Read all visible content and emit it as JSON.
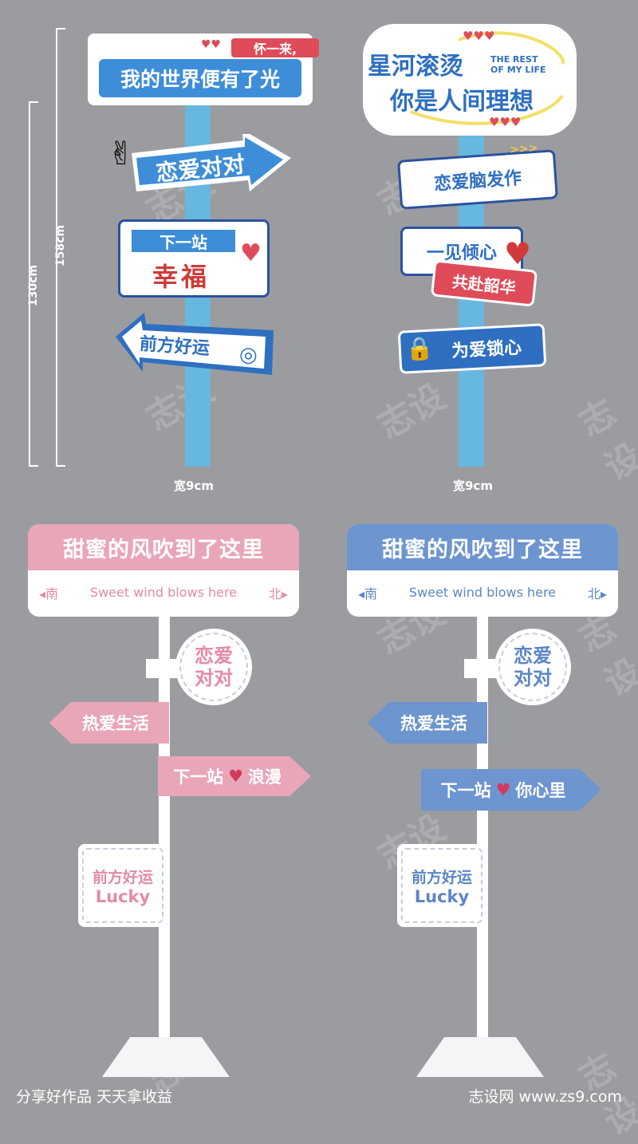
{
  "dimensions": {
    "height_158": "158cm",
    "height_130": "130cm",
    "width_left": "宽9cm",
    "width_right": "宽9cm"
  },
  "left_pole": {
    "sign1": {
      "tag": "怀一来,",
      "main": "我的世界便有了光"
    },
    "sign2": {
      "text": "恋爱对对"
    },
    "sign3": {
      "top": "下一站",
      "bottom": "幸福"
    },
    "sign4": {
      "text": "前方好运"
    }
  },
  "right_pole": {
    "sign1": {
      "line1": "星河滚烫",
      "line2": "你是人间理想",
      "en": "THE REST OF MY LIFE"
    },
    "sign2": {
      "text": "恋爱脑发作"
    },
    "sign3": {
      "top": "一见倾心",
      "bottom": "共赴韶华"
    },
    "sign4": {
      "text": "为爱锁心"
    }
  },
  "pink_stand": {
    "title": "甜蜜的风吹到了这里",
    "south": "◂南",
    "sub": "Sweet wind blows here",
    "north": "北▸",
    "circle_line1": "恋爱",
    "circle_line2": "对对",
    "arrow_left": "热爱生活",
    "arrow_right_a": "下一站",
    "arrow_right_b": "浪漫",
    "square_line1": "前方好运",
    "square_line2": "Lucky"
  },
  "blue_stand": {
    "title": "甜蜜的风吹到了这里",
    "south": "◂南",
    "sub": "Sweet wind blows here",
    "north": "北▸",
    "circle_line1": "恋爱",
    "circle_line2": "对对",
    "arrow_left": "热爱生活",
    "arrow_right_a": "下一站",
    "arrow_right_b": "你心里",
    "square_line1": "前方好运",
    "square_line2": "Lucky"
  },
  "footer": {
    "left": "分享好作品 天天拿收益",
    "right": "志设网 www.zs9.com"
  },
  "watermark": "志设",
  "colors": {
    "pink": "#e8a6b8",
    "pink_text": "#e58aa6",
    "blue": "#6d95cf",
    "blue_text": "#5d86c4",
    "heart": "#d23a5c",
    "deep_blue": "#2e6fc1"
  }
}
